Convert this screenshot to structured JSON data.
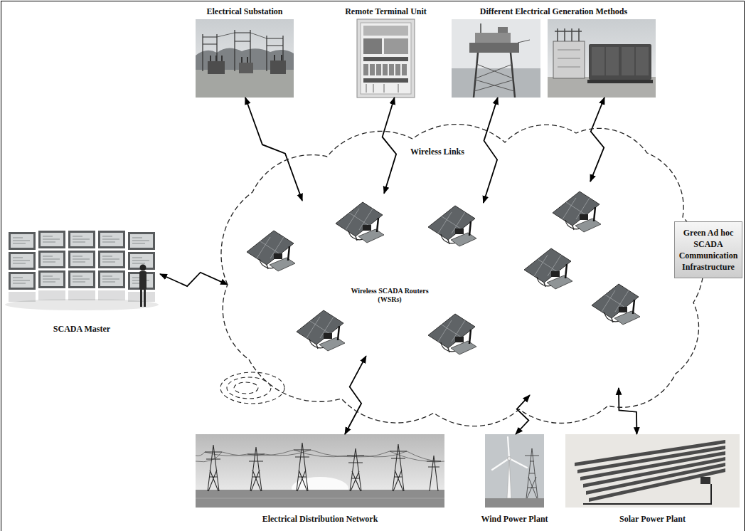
{
  "diagram": {
    "nodes": [
      {
        "text": [
          "Electrical Substation"
        ]
      },
      {
        "text": [
          "Remote Terminal Unit"
        ]
      },
      {
        "text": [
          "Different Electrical Generation Methods"
        ]
      },
      {
        "text": [
          "SCADA Master"
        ]
      },
      {
        "text": [
          "Wireless SCADA Routers (WSRs)"
        ]
      },
      {
        "text": [
          "Green Ad hoc SCADA Communication Infrastructure"
        ]
      },
      {
        "text": [
          "Electrical Distribution Network"
        ]
      },
      {
        "text": [
          "Wind Power Plant"
        ]
      },
      {
        "text": [
          "Solar Power Plant"
        ]
      }
    ],
    "edges": [
      {
        "from": 4,
        "to": 0,
        "arrow": "both"
      },
      {
        "from": 4,
        "to": 1,
        "arrow": "both"
      },
      {
        "from": 4,
        "to": 2,
        "arrow": "both"
      },
      {
        "from": 4,
        "to": 2,
        "arrow": "both"
      },
      {
        "from": 4,
        "to": 3,
        "arrow": "both"
      },
      {
        "from": 4,
        "to": 6,
        "arrow": "both"
      },
      {
        "from": 4,
        "to": 7,
        "arrow": "both"
      },
      {
        "from": 4,
        "to": 8,
        "arrow": "both"
      }
    ],
    "labels": [
      "Wireless Links"
    ]
  }
}
